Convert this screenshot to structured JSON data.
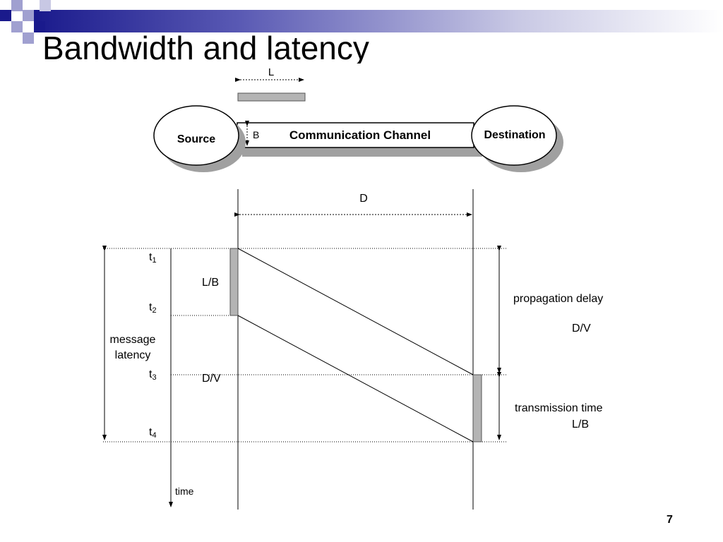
{
  "slide": {
    "title": "Bandwidth and latency",
    "page_number": "7"
  },
  "diagram": {
    "packet_length_label": "L",
    "bandwidth_label": "B",
    "source_label": "Source",
    "channel_label": "Communication Channel",
    "destination_label": "Destination",
    "distance_label": "D",
    "t1_base": "t",
    "t1_sub": "1",
    "t2_base": "t",
    "t2_sub": "2",
    "t3_base": "t",
    "t3_sub": "3",
    "t4_base": "t",
    "t4_sub": "4",
    "lb_label": "L/B",
    "dv_label": "D/V",
    "message_latency_line1": "message",
    "message_latency_line2": "latency",
    "propagation_delay_label": "propagation delay",
    "propagation_delay_value": "D/V",
    "transmission_time_label": "transmission time",
    "transmission_time_value": "L/B",
    "time_axis_label": "time"
  },
  "colors": {
    "title_bar_dark": "#1a1a8c",
    "squares_dark": "#1a1a8c",
    "squares_light": "#a0a0d0",
    "bar_fill": "#b4b4b4",
    "shadow": "#a0a0a0"
  }
}
